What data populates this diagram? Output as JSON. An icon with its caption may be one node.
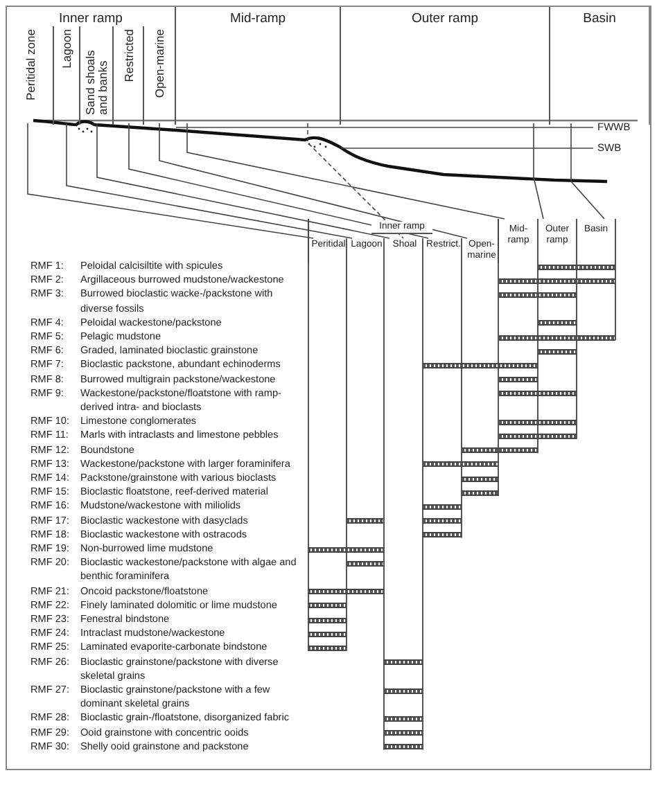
{
  "diagram": {
    "nodes": [
      {
        "text": [
          "Inner ramp"
        ]
      },
      {
        "text": [
          "Peritidal zone"
        ],
        "in": 0
      },
      {
        "text": [
          "Lagoon"
        ],
        "in": 0
      },
      {
        "text": [
          "Sand shoals and banks"
        ],
        "in": 0
      },
      {
        "text": [
          "Restricted"
        ],
        "in": 0
      },
      {
        "text": [
          "Open-marine"
        ],
        "in": 0
      },
      {
        "text": [
          "Mid-ramp"
        ]
      },
      {
        "text": [
          "Outer ramp"
        ]
      },
      {
        "text": [
          "Basin"
        ]
      },
      {
        "text": [
          "Inner ramp"
        ]
      },
      {
        "text": [
          "Peritidal"
        ],
        "in": 9
      },
      {
        "text": [
          "Lagoon"
        ],
        "in": 9
      },
      {
        "text": [
          "Shoal"
        ],
        "in": 9
      },
      {
        "text": [
          "Restrict."
        ],
        "in": 9
      },
      {
        "text": [
          "Open-marine"
        ],
        "in": 9
      },
      {
        "text": [
          "Mid-ramp"
        ]
      },
      {
        "text": [
          "Outer ramp"
        ]
      },
      {
        "text": [
          "Basin"
        ]
      }
    ],
    "edges": [
      {
        "from": 1,
        "to": 10,
        "arrow": "none"
      },
      {
        "from": 2,
        "to": 11,
        "arrow": "none"
      },
      {
        "from": 3,
        "to": 12,
        "arrow": "none"
      },
      {
        "from": 4,
        "to": 13,
        "arrow": "none"
      },
      {
        "from": 5,
        "to": 14,
        "arrow": "none"
      },
      {
        "from": 6,
        "to": 15,
        "arrow": "none"
      },
      {
        "from": 7,
        "to": 16,
        "arrow": "none"
      },
      {
        "from": 8,
        "to": 17,
        "arrow": "none"
      },
      {
        "from": 6,
        "to": 12,
        "arrow": "none",
        "style": "dashed"
      }
    ],
    "labels": [
      "FWWB",
      "SWB",
      "RMF 1:",
      "Peloidal calcisiltite with spicules",
      "RMF 2:",
      "Argillaceous burrowed mudstone/wackestone",
      "RMF 3:",
      "Burrowed bioclastic wacke-/packstone with diverse fossils",
      "RMF 4:",
      "Peloidal wackestone/packstone",
      "RMF 5:",
      "Pelagic mudstone",
      "RMF 6:",
      "Graded, laminated bioclastic grainstone",
      "RMF 7:",
      "Bioclastic packstone, abundant echinoderms",
      "RMF 8:",
      "Burrowed multigrain packstone/wackestone",
      "RMF 9:",
      "Wackestone/packstone/floatstone with ramp-derived intra- and bioclasts",
      "RMF 10:",
      "Limestone conglomerates",
      "RMF 11:",
      "Marls with intraclasts and limestone pebbles",
      "RMF 12:",
      "Boundstone",
      "RMF 13:",
      "Wackestone/packstone with larger foraminifera",
      "RMF 14:",
      "Packstone/grainstone with various bioclasts",
      "RMF 15:",
      "Bioclastic floatstone, reef-derived material",
      "RMF 16:",
      "Mudstone/wackestone with miliolids",
      "RMF 17:",
      "Bioclastic wackestone with dasyclads",
      "RMF 18:",
      "Bioclastic wackestone with ostracods",
      "RMF 19:",
      "Non-burrowed lime mudstone",
      "RMF 20:",
      "Bioclastic wackestone/packstone with algae and benthic foraminifera",
      "RMF 21:",
      "Oncoid packstone/floatstone",
      "RMF 22:",
      "Finely laminated dolomitic or lime mudstone",
      "RMF 23:",
      "Fenestral bindstone",
      "RMF 24:",
      "Intraclast mudstone/wackestone",
      "RMF 25:",
      "Laminated evaporite-carbonate bindstone",
      "RMF 26:",
      "Bioclastic grainstone/packstone with diverse skeletal grains",
      "RMF 27:",
      "Bioclastic grainstone/packstone with a few dominant skeletal grains",
      "RMF 28:",
      "Bioclastic grain-/floatstone, disorganized fabric",
      "RMF 29:",
      "Ooid grainstone with concentric ooids",
      "RMF 30:",
      "Shelly ooid grainstone and packstone"
    ]
  }
}
